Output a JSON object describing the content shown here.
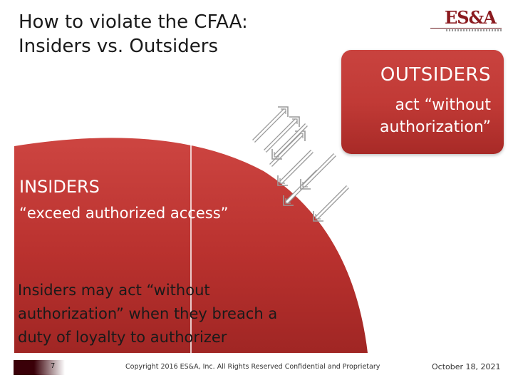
{
  "slide": {
    "title_line1": "How to violate the CFAA:",
    "title_line2": "Insiders vs. Outsiders"
  },
  "logo": {
    "text": "ES&A"
  },
  "outsiders": {
    "title": "OUTSIDERS",
    "subtitle_line1": "act “without",
    "subtitle_line2": "authorization”"
  },
  "insiders": {
    "title": "INSIDERS",
    "subtitle": "“exceed authorized access”",
    "note_line1": "Insiders may act “without",
    "note_line2": "authorization” when they breach a",
    "note_line3": "duty of loyalty to authorizer"
  },
  "footer": {
    "page_number": "7",
    "copyright": "Copyright 2016 ES&A, Inc. All Rights Reserved Confidential and Proprietary",
    "date": "October 18, 2021"
  },
  "colors": {
    "accent_red": "#c13a36",
    "dark_red": "#8b1a1f",
    "arrow_outline": "#9a9a9a"
  },
  "icons": [
    "double-arrow-icon"
  ]
}
